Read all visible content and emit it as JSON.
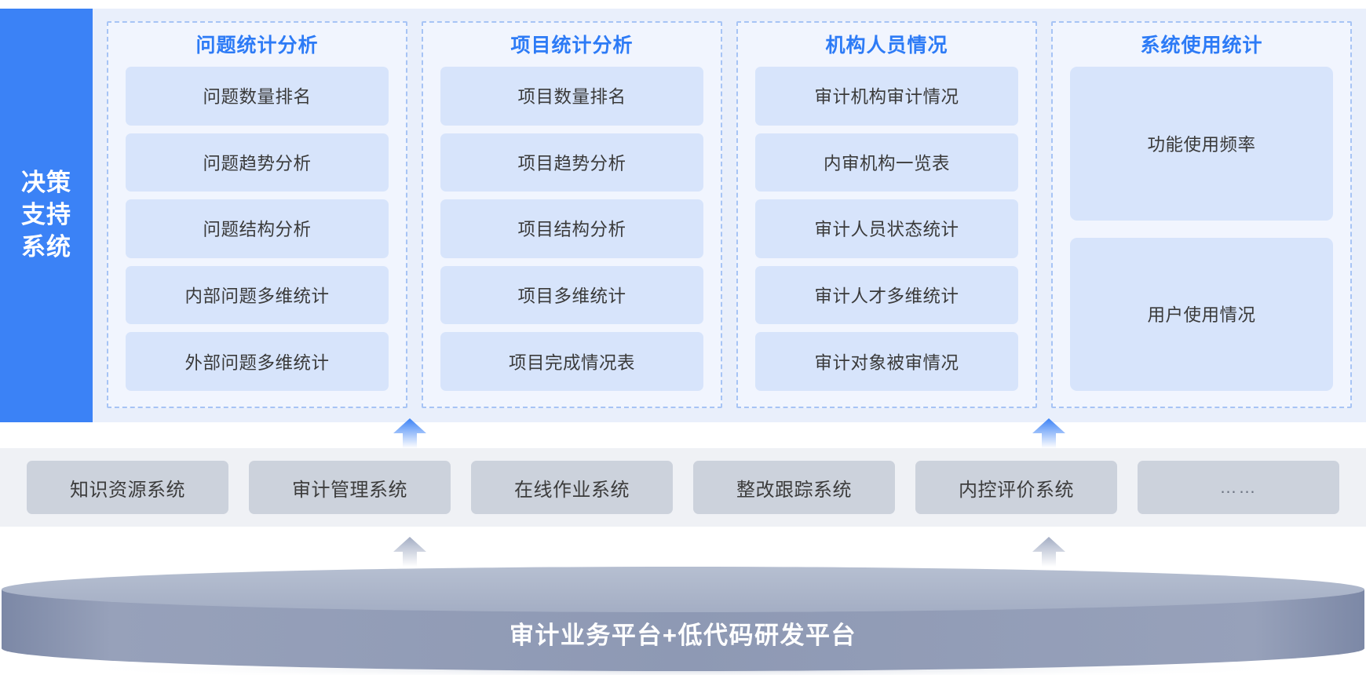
{
  "sidebar": {
    "label": "决策\n支持\n系统",
    "color": "#3b82f6"
  },
  "panel": {
    "background": "#e9effb",
    "border_color": "#a7c4f5",
    "title_color": "#2d7bf6",
    "item_color": "#d7e4fb",
    "groups": [
      {
        "title": "问题统计分析",
        "items": [
          "问题数量排名",
          "问题趋势分析",
          "问题结构分析",
          "内部问题多维统计",
          "外部问题多维统计"
        ]
      },
      {
        "title": "项目统计分析",
        "items": [
          "项目数量排名",
          "项目趋势分析",
          "项目结构分析",
          "项目多维统计",
          "项目完成情况表"
        ]
      },
      {
        "title": "机构人员情况",
        "items": [
          "审计机构审计情况",
          "内审机构一览表",
          "审计人员状态统计",
          "审计人才多维统计",
          "审计对象被审情况"
        ]
      },
      {
        "title": "系统使用统计",
        "items": [
          "功能使用频率",
          "用户使用情况"
        ]
      }
    ]
  },
  "systems_bar": {
    "background": "#eff1f5",
    "box_color": "#ccd2dc",
    "boxes": [
      "知识资源系统",
      "审计管理系统",
      "在线作业系统",
      "整改跟踪系统",
      "内控评价系统",
      "……"
    ]
  },
  "platform": {
    "label": "审计业务平台+低代码研发平台",
    "top_color": "#aeb7cc",
    "body_color": "#8f9ab5"
  },
  "arrows": {
    "blue_color": "#3b82f6",
    "gray_color": "#aeb7cc"
  }
}
